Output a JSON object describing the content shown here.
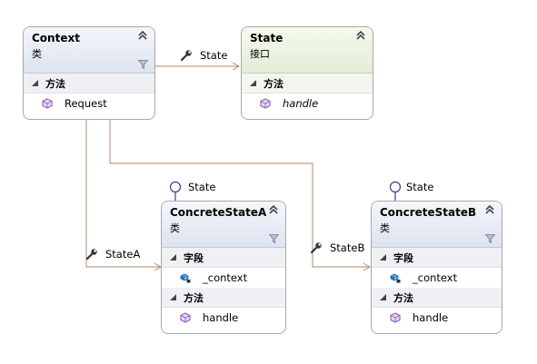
{
  "diagram": {
    "classes": {
      "context": {
        "name": "Context",
        "kind": "类",
        "sections": [
          {
            "title": "方法",
            "members": [
              "Request"
            ]
          }
        ]
      },
      "state": {
        "name": "State",
        "kind": "接口",
        "sections": [
          {
            "title": "方法",
            "members": [
              "handle"
            ]
          }
        ]
      },
      "concrete_a": {
        "name": "ConcreteStateA",
        "kind": "类",
        "sections": [
          {
            "title": "字段",
            "members": [
              "_context"
            ]
          },
          {
            "title": "方法",
            "members": [
              "handle"
            ]
          }
        ]
      },
      "concrete_b": {
        "name": "ConcreteStateB",
        "kind": "类",
        "sections": [
          {
            "title": "字段",
            "members": [
              "_context"
            ]
          },
          {
            "title": "方法",
            "members": [
              "handle"
            ]
          }
        ]
      }
    },
    "associations": {
      "context_to_state": "State",
      "context_to_a": "StateA",
      "context_to_b": "StateB"
    },
    "implements": {
      "a": "State",
      "b": "State"
    },
    "colors": {
      "connector": "#b8866a",
      "lollipop": "#3a3f8f",
      "method_icon": "#8e5fb4",
      "field_icon": "#1e6fb8"
    }
  }
}
